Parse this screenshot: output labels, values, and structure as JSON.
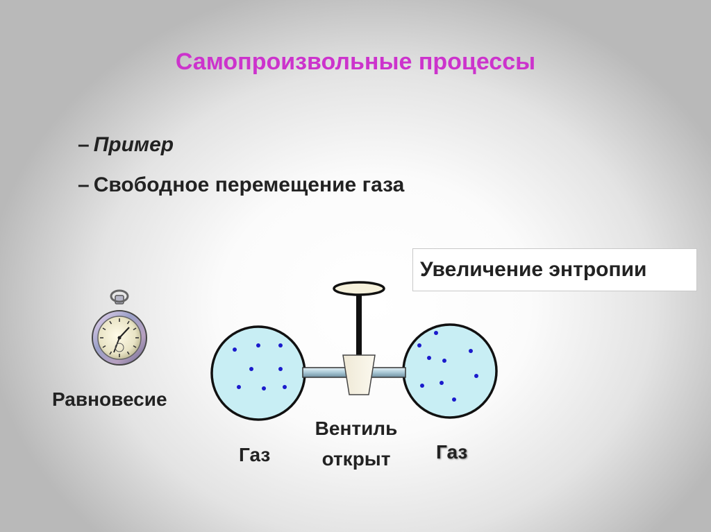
{
  "title": "Самопроизвольные процессы",
  "bullets": [
    {
      "dash": "–",
      "text": "Пример"
    },
    {
      "dash": "–",
      "text": "Свободное перемещение газа"
    }
  ],
  "entropy_label": "Увеличение  энтропии",
  "labels": {
    "equilibrium": "Равновесие",
    "gas_left": "Газ",
    "valve_line1": "Вентиль",
    "valve_line2": "открыт",
    "gas_right": "Газ"
  },
  "colors": {
    "title": "#cc33cc",
    "flask_fill": "#c8eef4",
    "particle": "#1a1acc"
  },
  "icons": [
    "pocket-watch-icon"
  ]
}
